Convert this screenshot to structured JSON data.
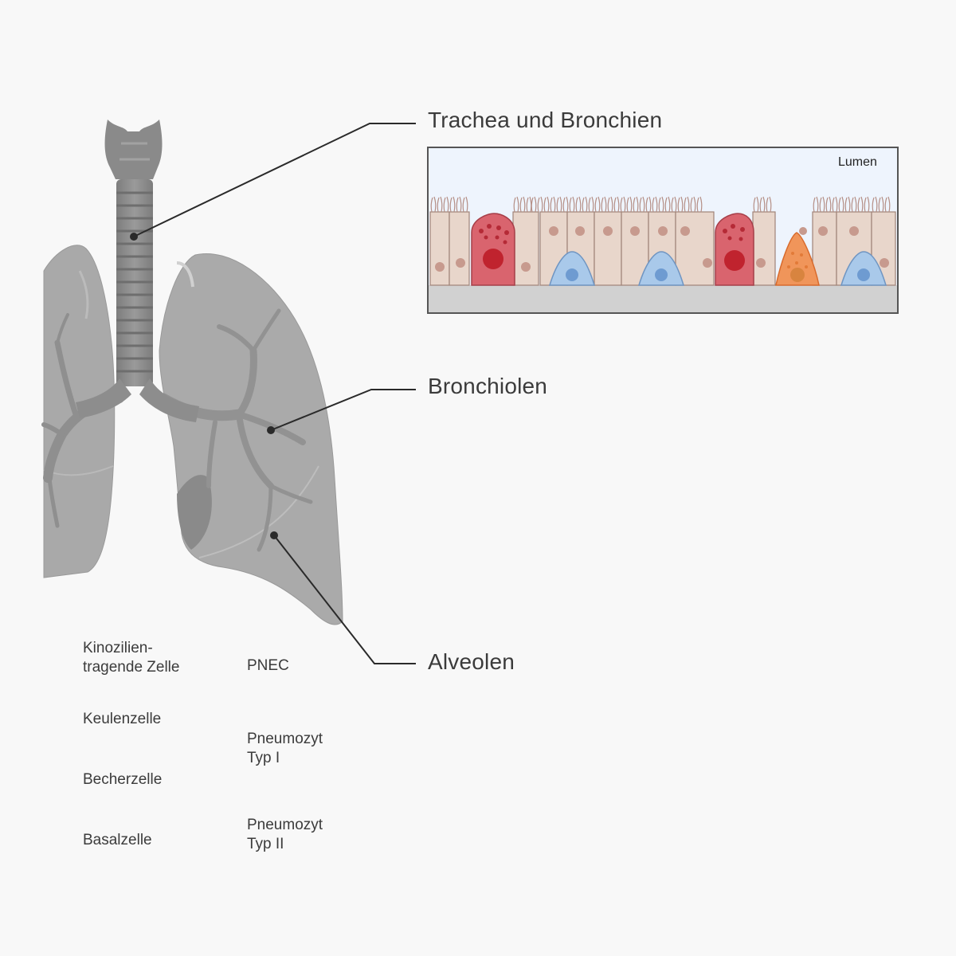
{
  "sections": {
    "trachea": "Trachea und Bronchien",
    "bronchiolen": "Bronchiolen",
    "alveolen": "Alveolen"
  },
  "lumen_label": "Lumen",
  "legend": {
    "ciliated_line1": "Kinozilien-",
    "ciliated_line2": "tragende Zelle",
    "club": "Keulenzelle",
    "goblet": "Becherzelle",
    "basal": "Basalzelle",
    "pnec": "PNEC",
    "pneumo1_line1": "Pneumozyt",
    "pneumo1_line2": "Typ I",
    "pneumo2_line1": "Pneumozyt",
    "pneumo2_line2": "Typ II"
  },
  "colors": {
    "ciliated": "#e8d6cb",
    "club": "#d9646e",
    "goblet": "#c79a8a",
    "basal": "#a9c9ea",
    "pnec": "#f0955a",
    "pneumocyte_type1": "#3f57a8",
    "pneumocyte_type2": "#e58b90",
    "lung": "#a8a8a8"
  }
}
